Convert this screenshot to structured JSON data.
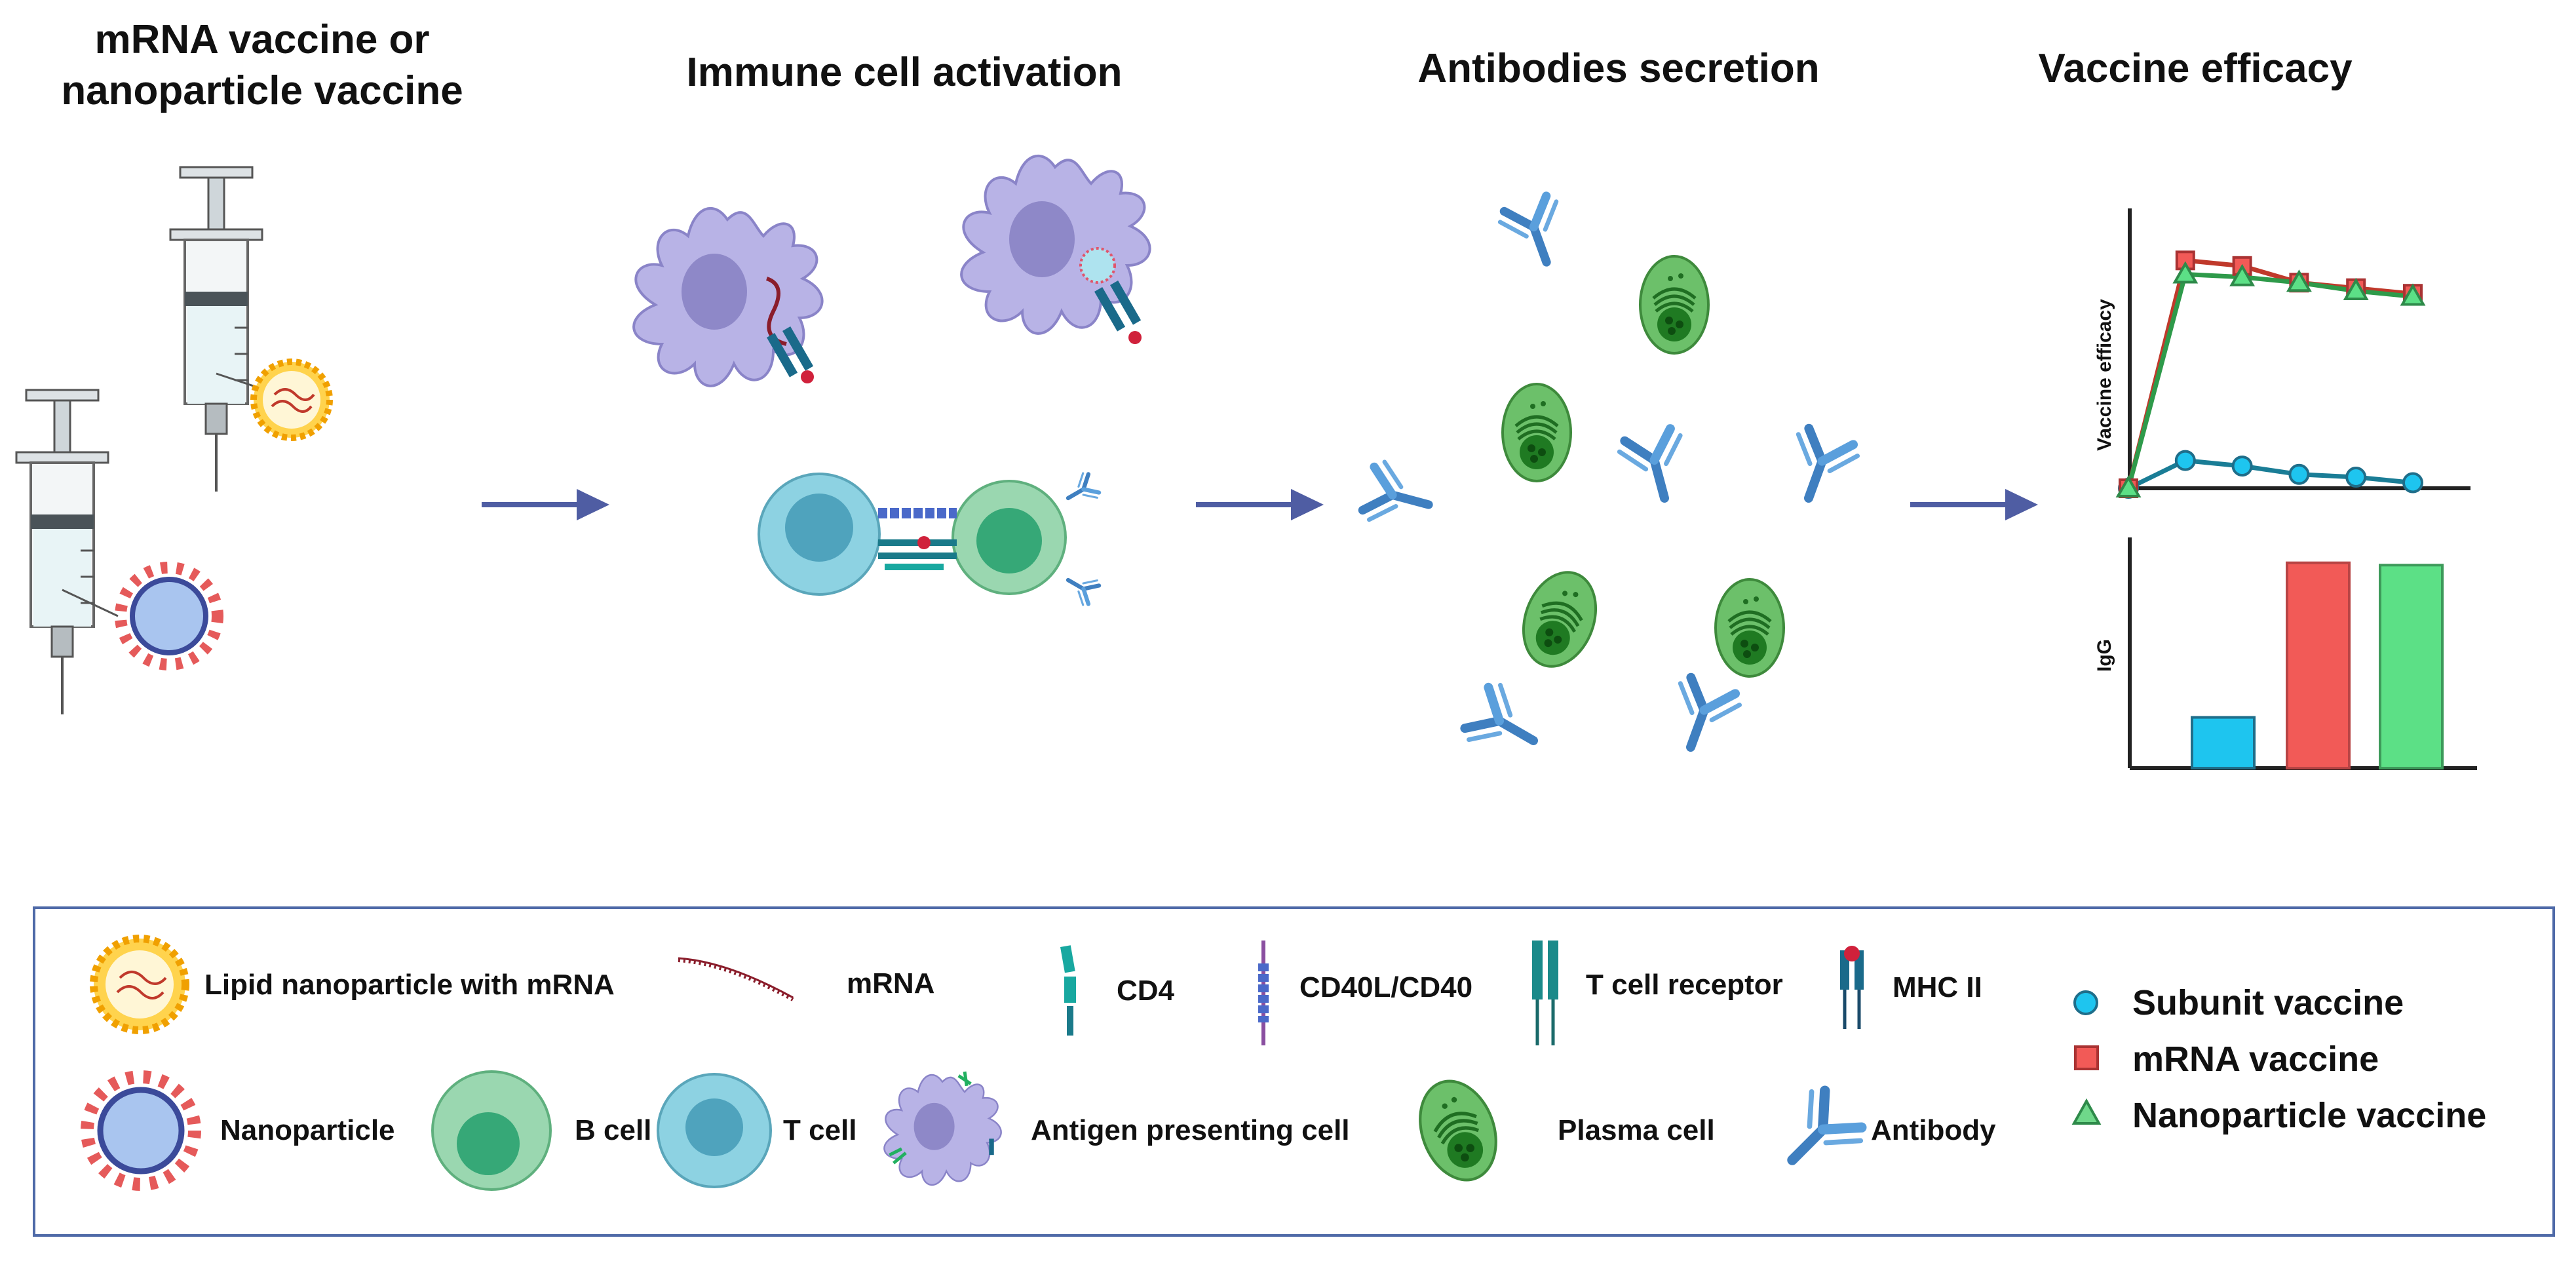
{
  "headings": {
    "step1": "mRNA vaccine or nanoparticle vaccine",
    "step2": "Immune cell activation",
    "step3": "Antibodies secretion",
    "step4": "Vaccine efficacy"
  },
  "legend": {
    "lnp": "Lipid nanoparticle with mRNA",
    "mrna": "mRNA",
    "cd4": "CD4",
    "cd40": "CD40L/CD40",
    "tcr": "T cell receptor",
    "mhc": "MHC II",
    "nanoparticle": "Nanoparticle",
    "bcell": "B cell",
    "tcell": "T cell",
    "apc": "Antigen presenting cell",
    "plasma": "Plasma cell",
    "antibody": "Antibody"
  },
  "colors": {
    "subunit": "#1ec5ef",
    "mrna": "#f25a57",
    "nanoparticle": "#5ce086",
    "arrow": "#4f5da3",
    "antibody": "#4a8fcf",
    "apc": "#b9b4e3",
    "plasma": "#5fb45a",
    "bcell": "#8ccfa6",
    "tcell": "#8dd2e2"
  },
  "chart_data": [
    {
      "type": "line",
      "ylabel": "Vaccine efficacy",
      "x": [
        0,
        1,
        2,
        3,
        4,
        5
      ],
      "ylim": [
        0,
        1
      ],
      "series": [
        {
          "name": "Subunit vaccine",
          "values": [
            0.0,
            0.1,
            0.08,
            0.05,
            0.04,
            0.02
          ]
        },
        {
          "name": "mRNA vaccine",
          "values": [
            0.0,
            0.82,
            0.8,
            0.74,
            0.72,
            0.7
          ]
        },
        {
          "name": "Nanoparticle vaccine",
          "values": [
            0.0,
            0.77,
            0.76,
            0.74,
            0.71,
            0.69
          ]
        }
      ]
    },
    {
      "type": "bar",
      "ylabel": "IgG",
      "categories": [
        "Subunit vaccine",
        "mRNA vaccine",
        "Nanoparticle vaccine"
      ],
      "values": [
        0.22,
        0.89,
        0.88
      ],
      "ylim": [
        0,
        1
      ]
    }
  ]
}
